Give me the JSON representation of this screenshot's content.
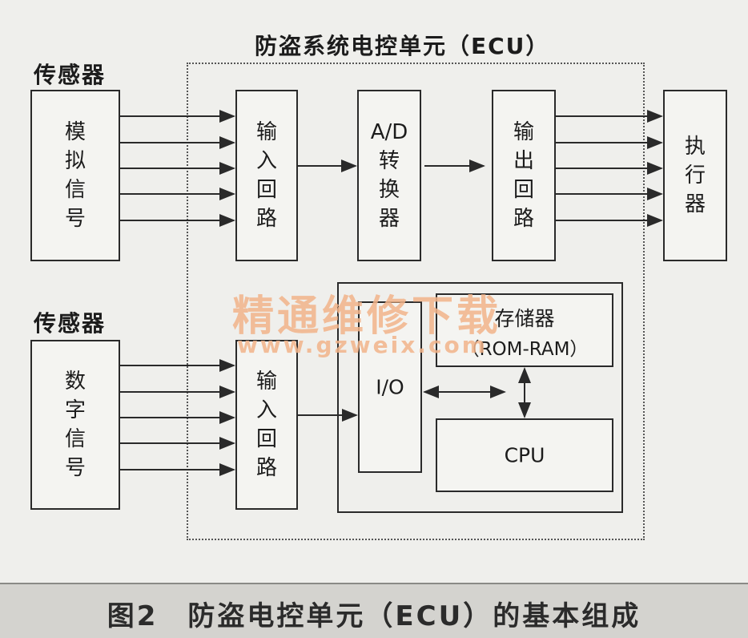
{
  "ecu_title": "防盗系统电控单元（ECU）",
  "sensor_top_title": "传感器",
  "sensor_bottom_title": "传感器",
  "analog_signal": [
    "模",
    "拟",
    "信",
    "号"
  ],
  "digital_signal": [
    "数",
    "字",
    "信",
    "号"
  ],
  "input_circuit_top": [
    "输",
    "入",
    "回",
    "路"
  ],
  "input_circuit_bottom": [
    "输",
    "入",
    "回",
    "路"
  ],
  "ad_converter": [
    "A/D",
    "转",
    "换",
    "器"
  ],
  "output_circuit": [
    "输",
    "出",
    "回",
    "路"
  ],
  "actuator": [
    "执",
    "行",
    "器"
  ],
  "io_label": "I/O",
  "memory_label": "存储器",
  "memory_sub": "（ROM-RAM）",
  "cpu_label": "CPU",
  "caption": "图2　防盗电控单元（ECU）的基本组成",
  "watermark_cn": "精通维修下载",
  "watermark_url": "www.gzweix.com"
}
